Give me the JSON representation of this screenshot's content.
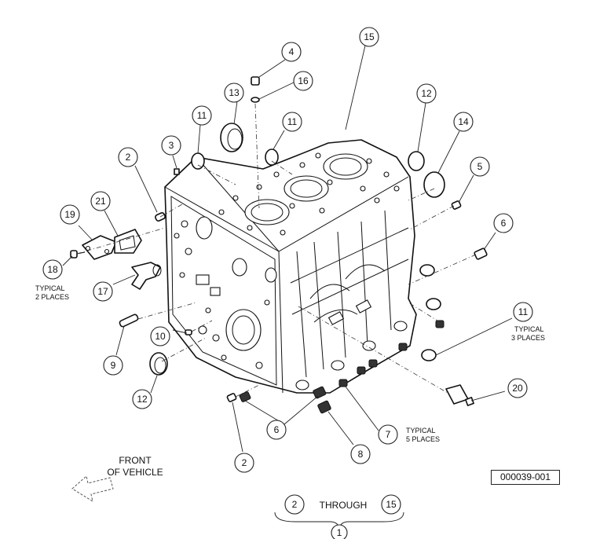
{
  "callouts": {
    "c4": "4",
    "c16": "16",
    "c15": "15",
    "c13": "13",
    "c11a": "11",
    "c11b": "11",
    "c12a": "12",
    "c14": "14",
    "c3": "3",
    "c2a": "2",
    "c5": "5",
    "c21": "21",
    "c19": "19",
    "c6a": "6",
    "c18": "18",
    "c17": "17",
    "c10": "10",
    "c11c": "11",
    "c9": "9",
    "c12b": "12",
    "c20": "20",
    "c6b": "6",
    "c7": "7",
    "c8": "8",
    "c2b": "2",
    "c2c": "2",
    "c15b": "15",
    "c1": "1"
  },
  "notes": {
    "typical_2_line1": "TYPICAL",
    "typical_2_line2": "2 PLACES",
    "typical_3_line1": "TYPICAL",
    "typical_3_line2": "3 PLACES",
    "typical_5_line1": "TYPICAL",
    "typical_5_line2": "5 PLACES"
  },
  "front_label": {
    "line1": "FRONT",
    "line2": "OF VEHICLE"
  },
  "range_label": "THROUGH",
  "drawing_number": "000039-001"
}
